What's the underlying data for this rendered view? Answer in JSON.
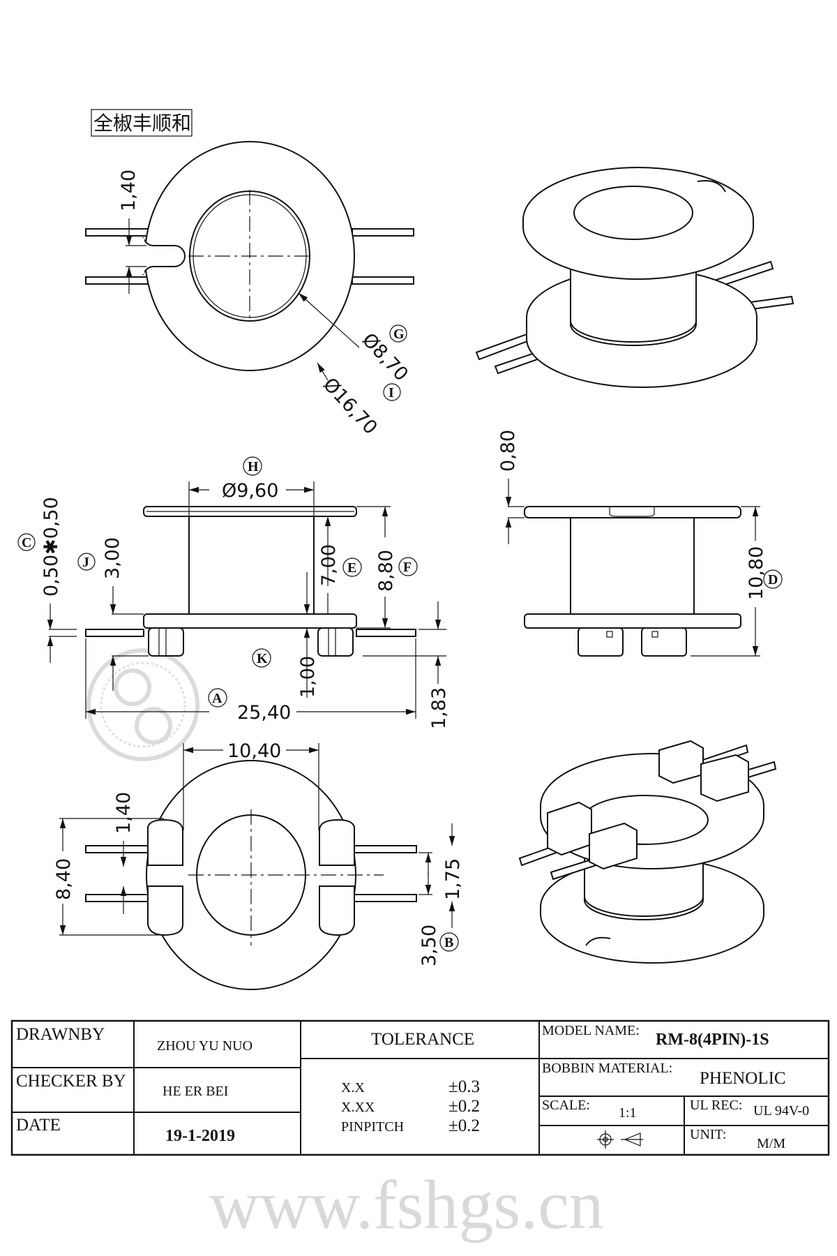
{
  "company_box": "全椒丰顺和",
  "watermark": "www.fshgs.cn",
  "top_view": {
    "slot_width": "1,40",
    "inner_dia": "Ø8,70",
    "outer_dia": "Ø16,70",
    "inner_callout": "G",
    "outer_callout": "I"
  },
  "side_view": {
    "flange_dia": "Ø9,60",
    "flange_callout": "H",
    "pin_size": "0,50✱0,50",
    "pin_callout": "C",
    "pin_height": "3,00",
    "pin_height_callout": "J",
    "winding_height": "7,00",
    "winding_callout": "E",
    "overall_height": "8,80",
    "overall_callout": "F",
    "standoff": "1,00",
    "standoff_callout": "K",
    "pin_span": "25,40",
    "pin_span_callout": "A",
    "foot_height": "1,83"
  },
  "front_view": {
    "flange_thickness": "0,80",
    "total_height": "10,80",
    "total_callout": "D"
  },
  "bottom_view": {
    "width": "10,40",
    "height": "8,40",
    "slot": "1,40",
    "pin_gap": "1,75",
    "pin_pitch": "3,50",
    "pitch_callout": "B"
  },
  "title_block": {
    "drawn_by_label": "DRAWNBY",
    "drawn_by": "ZHOU YU NUO",
    "checker_label": "CHECKER BY",
    "checker": "HE ER BEI",
    "date_label": "DATE",
    "date": "19-1-2019",
    "tolerance_label": "TOLERANCE",
    "tolerances": [
      {
        "k": "X.X",
        "v": "±0.3"
      },
      {
        "k": "X.XX",
        "v": "±0.2"
      },
      {
        "k": "PINPITCH",
        "v": "±0.2"
      }
    ],
    "model_label": "MODEL NAME:",
    "model": "RM-8(4PIN)-1S",
    "material_label": "BOBBIN MATERIAL:",
    "material": "PHENOLIC",
    "scale_label": "SCALE:",
    "scale": "1:1",
    "ul_label": "UL REC:",
    "ul": "UL 94V-0",
    "unit_label": "UNIT:",
    "unit": "M/M"
  }
}
